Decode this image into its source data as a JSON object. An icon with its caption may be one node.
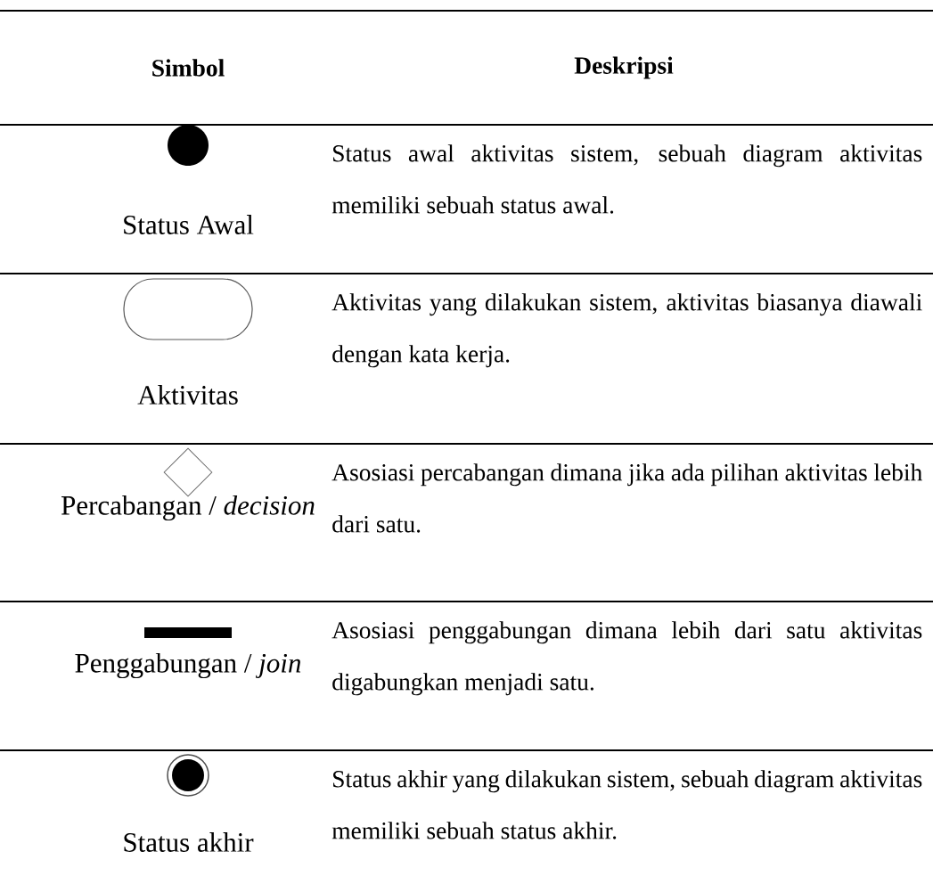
{
  "diagram": {
    "nodes": [
      {
        "text": [],
        "shape": "circle"
      },
      {
        "text": [],
        "shape": "box"
      },
      {
        "text": [],
        "shape": "diamond"
      },
      {
        "text": [],
        "shape": "bar"
      },
      {
        "text": [],
        "shape": "circle"
      }
    ],
    "labels": [
      "Simbol",
      "Deskripsi",
      "Status Awal",
      "Status awal aktivitas sistem, sebuah diagram aktivitas memiliki sebuah status awal.",
      "Aktivitas",
      "Aktivitas yang dilakukan sistem, aktivitas biasanya diawali dengan kata kerja.",
      "Percabangan / *decision*",
      "Asosiasi percabangan dimana jika ada pilihan aktivitas lebih dari satu.",
      "Penggabungan / *join*",
      "Asosiasi penggabungan dimana lebih dari satu aktivitas digabungkan menjadi satu.",
      "Status akhir",
      "Status akhir yang dilakukan sistem, sebuah diagram aktivitas memiliki sebuah status akhir."
    ]
  }
}
